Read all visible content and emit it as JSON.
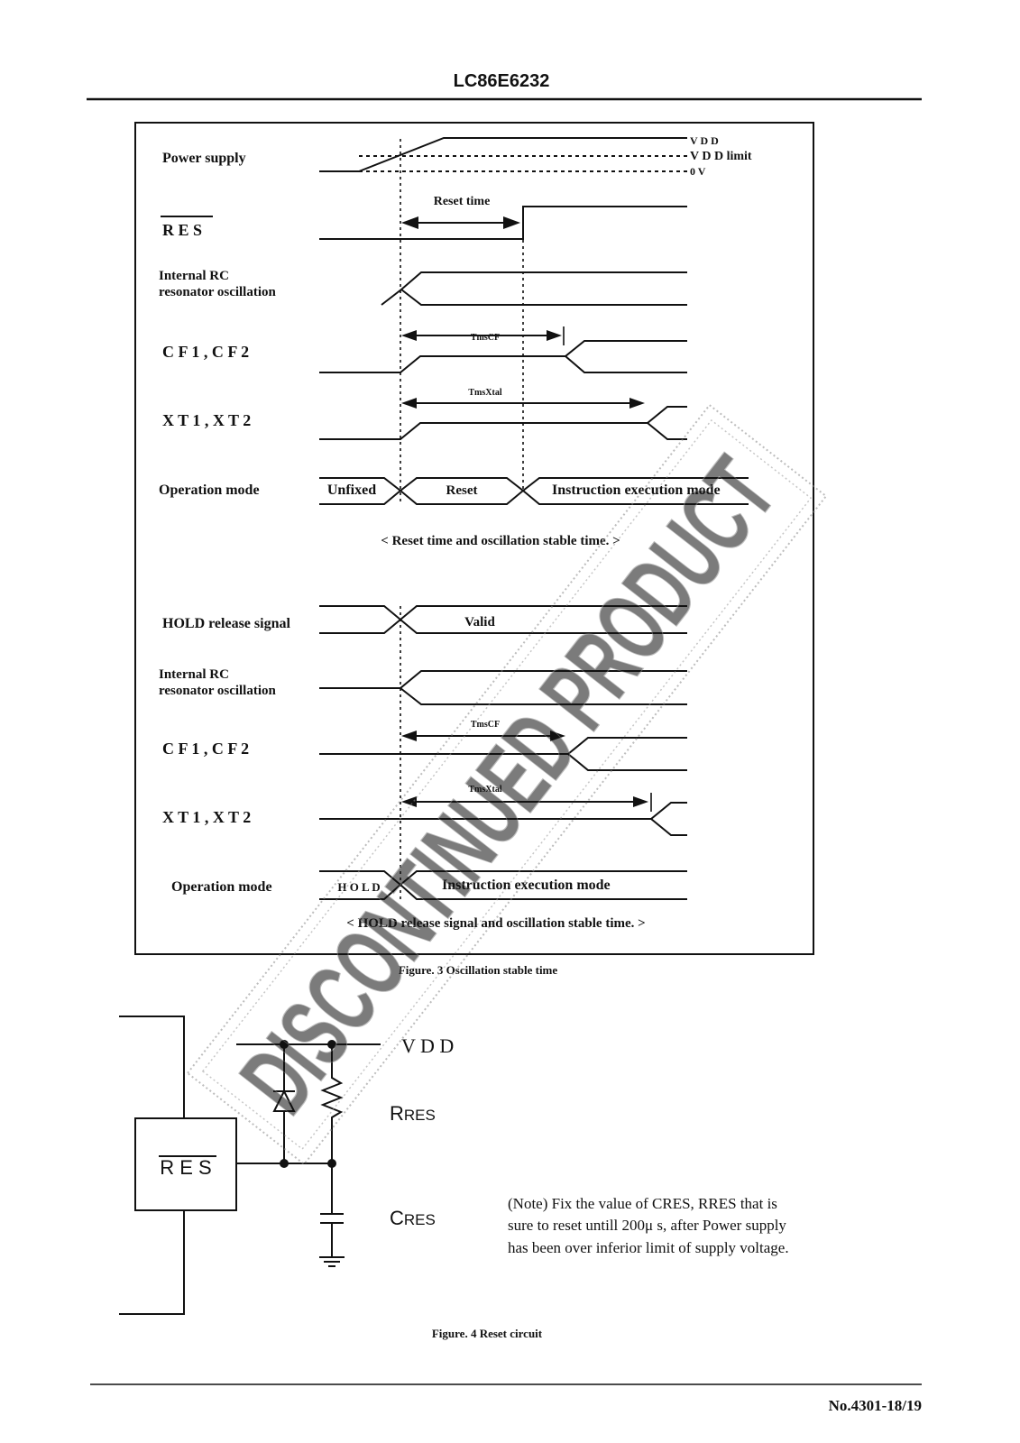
{
  "header": {
    "title": "LC86E6232"
  },
  "watermark": "DISCONTINUED PRODUCT",
  "figure3": {
    "levels": {
      "vdd": "V D D",
      "vdd_limit": "V D D limit",
      "zero": "0 V"
    },
    "diagram1": {
      "power_supply": "Power supply",
      "res": "R E S",
      "rc_line1": "Internal RC",
      "rc_line2": "resonator oscillation",
      "cf": "C F 1 ,  C F 2",
      "xt": "X T 1 ,  X T 2",
      "op_mode": "Operation mode",
      "reset_time": "Reset time",
      "tms_cf": "TmsCF",
      "tms_xtal": "TmsXtal",
      "unfixed": "Unfixed",
      "reset": "Reset",
      "instr": "Instruction execution mode",
      "caption": "< Reset time and oscillation stable time. >"
    },
    "diagram2": {
      "hold_release": "HOLD release signal",
      "valid": "Valid",
      "rc_line1": "Internal RC",
      "rc_line2": "resonator oscillation",
      "cf": "C F 1 ,  C F 2",
      "xt": "X T 1 ,  X T 2",
      "op_mode": "Operation mode",
      "tms_cf": "TmsCF",
      "tms_xtal": "TmsXtal",
      "hold": "H O L D",
      "instr": "Instruction execution mode",
      "caption": "< HOLD release signal and oscillation stable time. >"
    },
    "caption": "Figure. 3   Oscillation stable time"
  },
  "figure4": {
    "vdd": "V D D",
    "rres": "RRES",
    "cres": "CRES",
    "res": "R E S",
    "note_line1": "(Note) Fix the value of CRES, RRES that is",
    "note_line2": "sure to reset untill 200μ s, after Power supply",
    "note_line3": "has been over inferior limit of supply voltage.",
    "caption": "Figure. 4   Reset circuit"
  },
  "footer": {
    "page": "No.4301-18/19"
  }
}
